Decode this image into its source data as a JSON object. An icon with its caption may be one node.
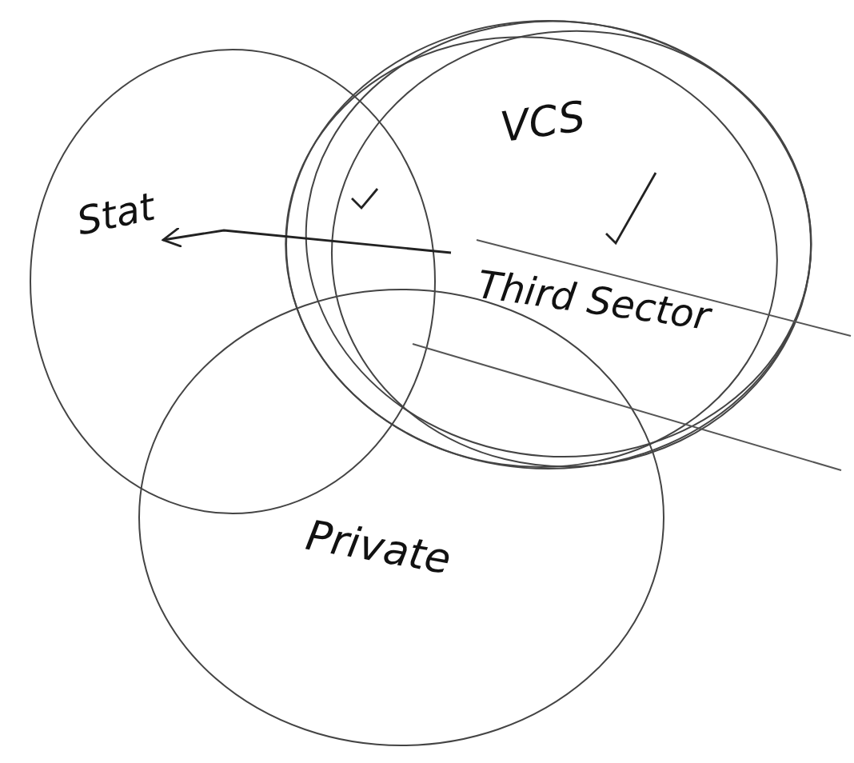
{
  "diagram": {
    "nodes": [
      {
        "text": [
          "Stat"
        ]
      },
      {
        "text": [
          "VCS",
          "Third Sector"
        ]
      },
      {
        "text": [
          "Private"
        ]
      }
    ],
    "edges": [
      {
        "from": 1,
        "to": 0,
        "arrow": "to"
      }
    ]
  }
}
